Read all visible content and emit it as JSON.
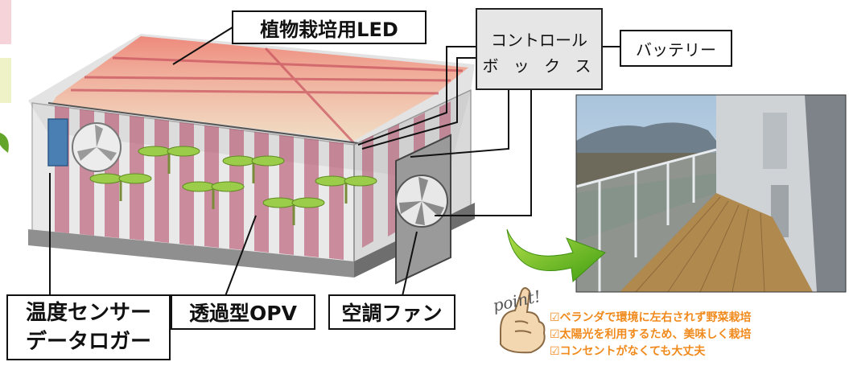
{
  "labels": {
    "led": "植物栽培用LED",
    "control_line1": "コントロール",
    "control_line2": "ボ ッ ク ス",
    "battery": "バッテリー",
    "temp_sensor_line1": "温度センサー",
    "temp_sensor_line2": "データロガー",
    "opv": "透過型OPV",
    "fan": "空調ファン"
  },
  "point": {
    "badge": "point!",
    "bullets": [
      "☑ベランダで環境に左右されず野菜栽培",
      "☑太陽光を利用するため、美味しく栽培",
      "☑コンセントがなくても大丈夫"
    ]
  },
  "colors": {
    "opv_stripe": "#b0405e",
    "led_glow": "#f4a07a",
    "bullet_text": "#f08a1c",
    "arrow_green": "#6cbf1c"
  }
}
